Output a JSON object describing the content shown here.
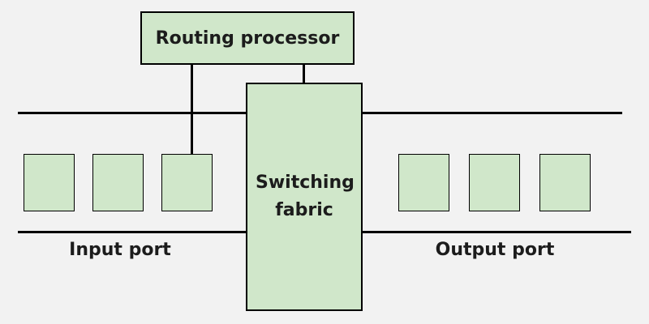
{
  "diagram": {
    "background_color": "#f2f2f2",
    "node_fill_color": "#d0e7ca",
    "node_border_color": "#000000",
    "line_color": "#000000",
    "text_color": "#1c1c1c",
    "nodes": {
      "routing_processor": {
        "label": "Routing processor"
      },
      "switching_fabric": {
        "label": "Switching fabric"
      },
      "input_ports": {
        "label": "Input port",
        "count": 3
      },
      "output_ports": {
        "label": "Output port",
        "count": 3
      }
    }
  }
}
